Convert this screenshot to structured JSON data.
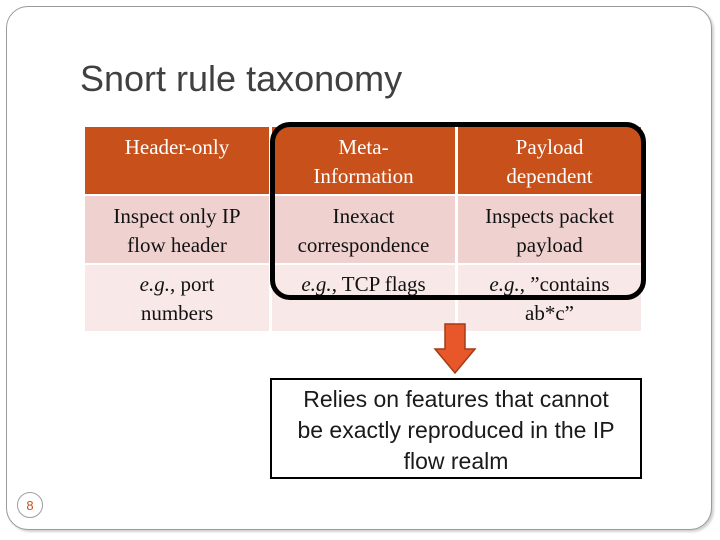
{
  "slide": {
    "title": "Snort rule taxonomy",
    "page_number": "8"
  },
  "table": {
    "headers": [
      "Header-only",
      "Meta-Information",
      "Payload dependent"
    ],
    "header_lines": [
      [
        "Header-only"
      ],
      [
        "Meta-",
        "Information"
      ],
      [
        "Payload",
        "dependent"
      ]
    ],
    "rows": [
      [
        {
          "lines": [
            "Inspect only IP",
            "flow header"
          ]
        },
        {
          "lines": [
            "Inexact",
            "correspondence"
          ]
        },
        {
          "lines": [
            "Inspects packet",
            "payload"
          ]
        }
      ],
      [
        {
          "prefix": "e.g.",
          "lines": [
            ", port",
            "numbers"
          ]
        },
        {
          "prefix": "e.g.",
          "lines": [
            ", TCP flags"
          ]
        },
        {
          "prefix": "e.g.",
          "lines": [
            ", ”contains",
            "ab*c”"
          ]
        }
      ]
    ]
  },
  "callout": {
    "lines": [
      "Relies on features that cannot",
      "be exactly reproduced in the IP",
      "flow realm"
    ]
  },
  "colors": {
    "accent": "#c8511b",
    "row_shade_1": "#efd2d0",
    "row_shade_2": "#f8e9e8",
    "arrow_fill": "#e8572a",
    "arrow_stroke": "#a33b17"
  }
}
